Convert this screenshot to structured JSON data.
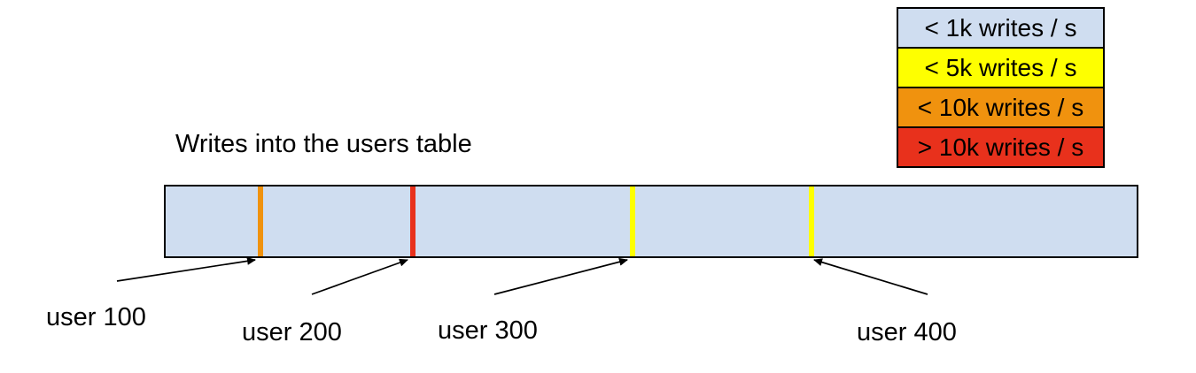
{
  "title": "Writes into the users table",
  "legend": {
    "items": [
      {
        "label": "< 1k writes / s",
        "color": "#cfddf0"
      },
      {
        "label": "< 5k writes / s",
        "color": "#feff00"
      },
      {
        "label": "< 10k writes / s",
        "color": "#f0920e"
      },
      {
        "label": "> 10k writes / s",
        "color": "#e8311c"
      }
    ]
  },
  "bar": {
    "fill": "#cfddf0",
    "markers": [
      {
        "user": "user 100",
        "rate": "< 10k writes / s",
        "color": "#f0920e"
      },
      {
        "user": "user 200",
        "rate": "> 10k writes / s",
        "color": "#e8311c"
      },
      {
        "user": "user 300",
        "rate": "< 5k writes / s",
        "color": "#feff00"
      },
      {
        "user": "user 400",
        "rate": "< 5k writes / s",
        "color": "#feff00"
      }
    ]
  }
}
